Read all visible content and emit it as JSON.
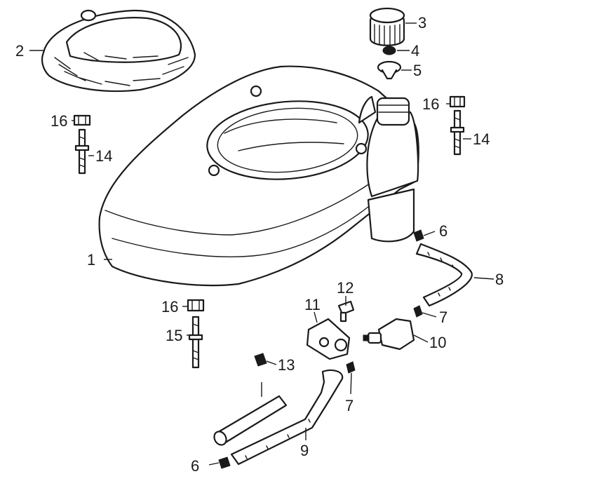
{
  "callouts": {
    "c1": "1",
    "c2": "2",
    "c3": "3",
    "c4": "4",
    "c5": "5",
    "c6a": "6",
    "c6b": "6",
    "c7a": "7",
    "c7b": "7",
    "c8": "8",
    "c9": "9",
    "c10": "10",
    "c11": "11",
    "c12": "12",
    "c13": "13",
    "c14a": "14",
    "c14b": "14",
    "c15": "15",
    "c16a": "16",
    "c16b": "16",
    "c16c": "16"
  }
}
